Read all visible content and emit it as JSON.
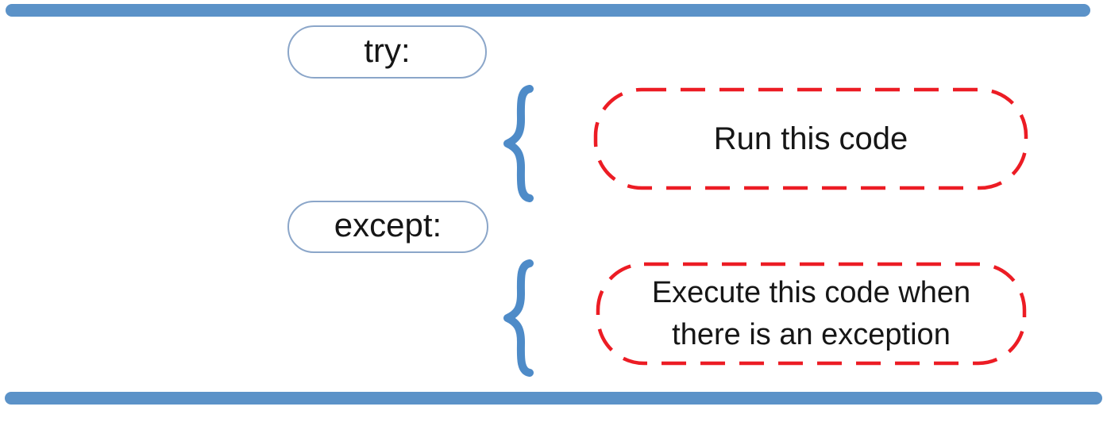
{
  "diagram": {
    "try_label": "try:",
    "except_label": "except:",
    "try_body": "Run this code",
    "except_body_lines": [
      "Execute this code when",
      "there is an exception"
    ]
  },
  "colors": {
    "bar_blue": "#5b92c8",
    "brace_blue": "#4e8bc8",
    "pill_border_blue": "#8ba6c9",
    "dashed_red": "#ec1c24",
    "text_black": "#161616",
    "background": "#ffffff"
  }
}
